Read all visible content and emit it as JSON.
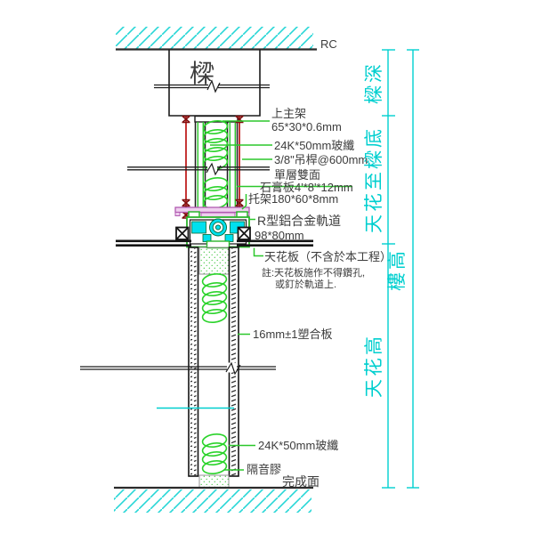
{
  "drawing": {
    "title_elements": {
      "rc_slab": "RC",
      "beam": "樑"
    },
    "callouts": {
      "top_runner_1": "上主架",
      "top_runner_2": "65*30*0.6mm",
      "glass_fiber_upper": "24K*50mm玻纖",
      "hanger_rod": "3/8\"吊桿@600mm",
      "gypsum_1": "單層雙面",
      "gypsum_2": "石膏板4'*8'*12mm",
      "bracket": "托架180*60*8mm",
      "track_1": "R型鋁合金軌道",
      "track_2": "98*80mm",
      "ceiling_board": "天花板（不含於本工程）",
      "note_1": "註:天花板施作不得鑽孔,",
      "note_2": "或釘於軌道上.",
      "particle_board": "16mm±1塑合板",
      "glass_fiber_lower": "24K*50mm玻纖",
      "sound_seal": "隔音膠",
      "finish_level": "完成面"
    },
    "dimensions": {
      "beam_depth": "樑深",
      "ceiling_to_beam_bottom": "天花至樑底",
      "ceiling_height": "天花高",
      "storey_height": "樓高"
    },
    "colors": {
      "cyan": "#00cfcf",
      "green": "#2bc72b",
      "red": "#c02020",
      "dark_red": "#7d0f0f",
      "magenta": "#b05ab0",
      "pink": "#efcfef",
      "line": "#1c1c1c",
      "text": "#3c3c3c"
    }
  }
}
